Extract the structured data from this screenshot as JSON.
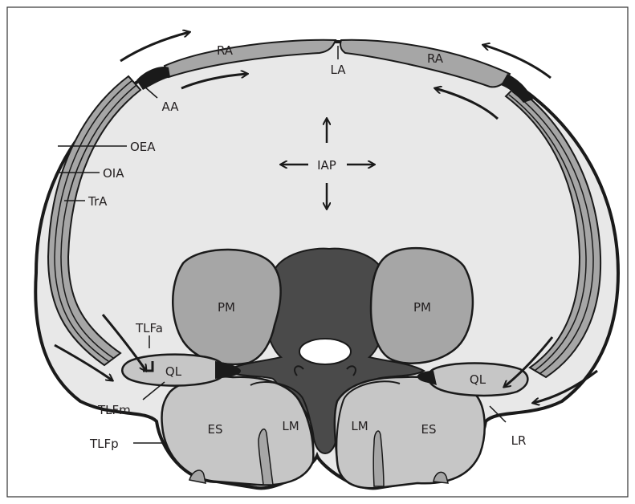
{
  "labels": {
    "ra_left": "RA",
    "ra_right": "RA",
    "la": "LA",
    "aa": "AA",
    "oea": "OEA",
    "oia": "OIA",
    "tra": "TrA",
    "iap": "IAP",
    "pm_left": "PM",
    "pm_right": "PM",
    "tlfa": "TLFa",
    "ql_left": "QL",
    "ql_right": "QL",
    "tlfm": "TLFm",
    "tlfp": "TLFp",
    "es_left": "ES",
    "es_right": "ES",
    "lm_left": "LM",
    "lm_right": "LM",
    "lr": "LR"
  },
  "colors": {
    "cavity": "#e8e8e8",
    "muscle_mid": "#a6a6a6",
    "muscle_light": "#c6c6c6",
    "vertebra": "#4a4a4a",
    "outline": "#1a1a1a"
  }
}
